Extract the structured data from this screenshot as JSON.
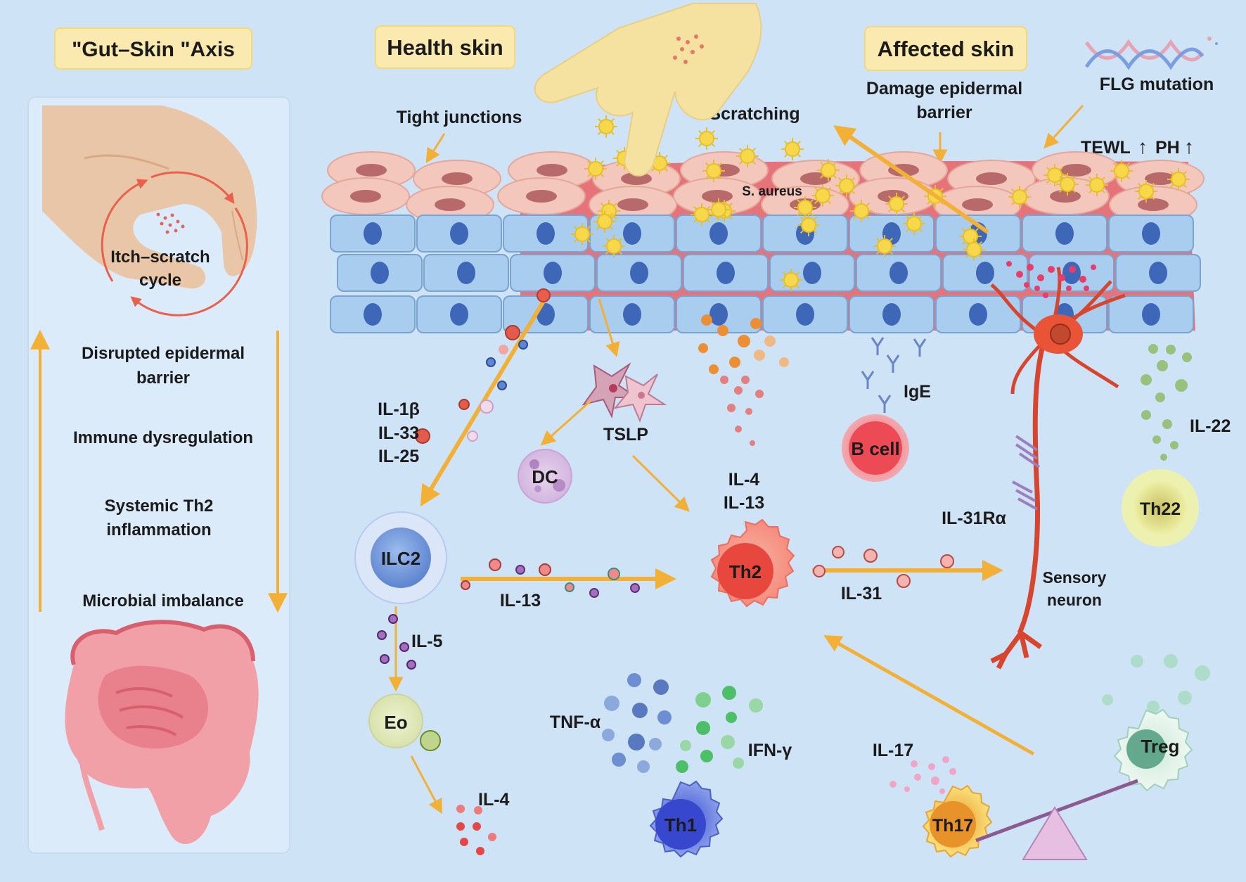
{
  "figure": {
    "background": "#cfe3f6",
    "accent_arrow": "#f2b136",
    "badge_fill": "#fbeab0"
  },
  "left_panel": {
    "title": "\"Gut–Skin \"Axis",
    "cycle_label_1": "Itch–scratch",
    "cycle_label_2": "cycle",
    "steps": {
      "barrier_1": "Disrupted epidermal",
      "barrier_2": "barrier",
      "immune": "Immune dysregulation",
      "th2_1": "Systemic Th2",
      "th2_2": "inflammation",
      "microbial": "Microbial imbalance"
    },
    "icons": [
      "hand-icon",
      "gut-icon",
      "cycle-arrow-icon"
    ]
  },
  "skin": {
    "health_title": "Health skin",
    "affected_title": "Affected skin",
    "tight_junctions": "Tight junctions",
    "scratching": "Scratching",
    "damage_1": "Damage epidermal",
    "damage_2": "barrier",
    "flg": "FLG mutation",
    "tewl": "TEWL",
    "ph": "PH",
    "s_aureus": "S. aureus",
    "colors": {
      "keratinocyte": "#f3c7bc",
      "basal_cell": "#a9cdef",
      "nucleus": "#3f67b8",
      "damaged_layer": "#e6737a",
      "bacteria": "#f7d84a"
    }
  },
  "immune": {
    "il1b": "IL-1β",
    "il33": "IL-33",
    "il25": "IL-25",
    "tslp": "TSLP",
    "dc": "DC",
    "ige": "IgE",
    "b_cell": "B cell",
    "il4_top": "IL-4",
    "il13_top": "IL-13",
    "ilc2": "ILC2",
    "il13": "IL-13",
    "th2": "Th2",
    "il31": "IL-31",
    "il31ra": "IL-31Rα",
    "sensory_1": "Sensory",
    "sensory_2": "neuron",
    "il22": "IL-22",
    "th22": "Th22",
    "il5": "IL-5",
    "eo": "Eo",
    "il4_bottom": "IL-4",
    "tnf": "TNF-α",
    "ifn": "IFN-γ",
    "th1": "Th1",
    "il17": "IL-17",
    "th17": "Th17",
    "treg": "Treg"
  }
}
